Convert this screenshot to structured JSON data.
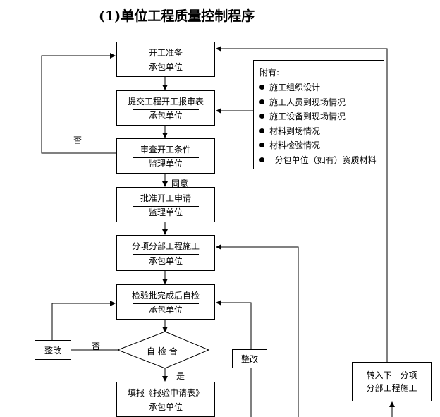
{
  "title": "(1)单位工程质量控制程序",
  "boxes": {
    "start_prep": {
      "line1": "开工准备",
      "line2": "承包单位"
    },
    "submit_report": {
      "line1": "提交工程开工报审表",
      "line2": "承包单位"
    },
    "review_conditions": {
      "line1": "审查开工条件",
      "line2": "监理单位"
    },
    "approve_application": {
      "line1": "批准开工申请",
      "line2": "监理单位"
    },
    "subdivision_construction": {
      "line1": "分项分部工程施工",
      "line2": "承包单位"
    },
    "batch_self_check": {
      "line1": "检验批完成后自检",
      "line2": "承包单位"
    },
    "fill_application": {
      "line1": "填报《报验申请表》",
      "line2": "承包单位"
    },
    "next_subdivision": {
      "line1": "转入下一分项",
      "line2": "分部工程施工"
    }
  },
  "decision": {
    "label": "自 检 合"
  },
  "rectify_left": "整改",
  "rectify_right": "整改",
  "edge_labels": {
    "no_top": "否",
    "agree": "同意",
    "no_check": "否",
    "yes": "是"
  },
  "attachments": {
    "heading": "附有:",
    "items": [
      "施工组织设计",
      "施工人员到现场情况",
      "施工设备到现场情况",
      "材料到场情况",
      "材料检验情况",
      "  分包单位（如有）资质材料"
    ]
  }
}
